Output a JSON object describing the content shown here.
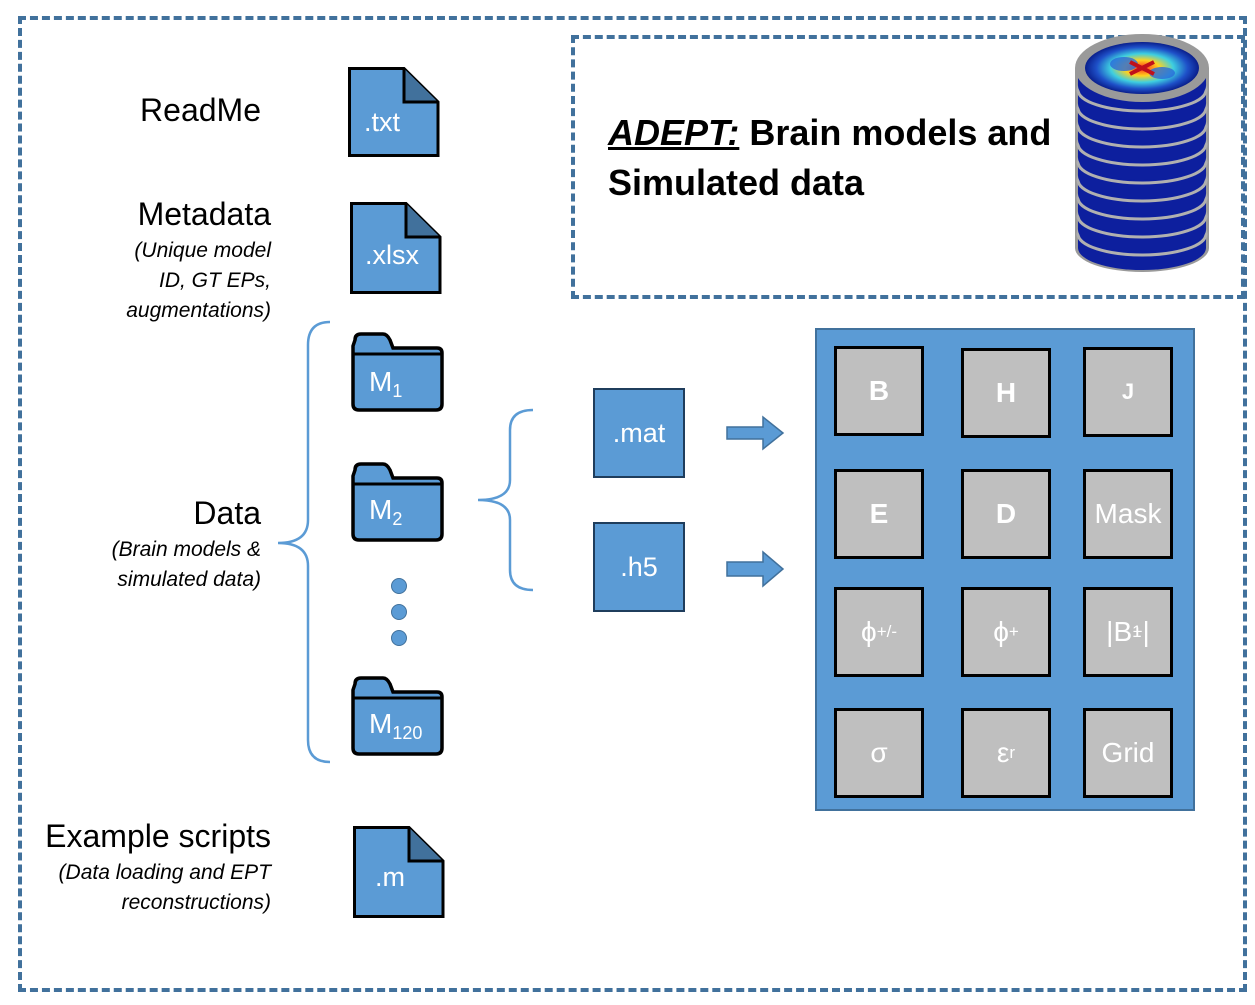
{
  "title": {
    "adept": "ADEPT:",
    "line1_rest": " Brain models and",
    "line2": "Simulated data"
  },
  "sections": {
    "readme": {
      "label": "ReadMe",
      "ext": ".txt"
    },
    "metadata": {
      "label": "Metadata",
      "sub1": "(Unique model",
      "sub2": "ID, GT EPs,",
      "sub3": "augmentations)",
      "ext": ".xlsx"
    },
    "data": {
      "label": "Data",
      "sub1": "(Brain models &",
      "sub2": "simulated data)"
    },
    "scripts": {
      "label": "Example scripts",
      "sub1": "(Data loading and EPT",
      "sub2": "reconstructions)",
      "ext": ".m"
    }
  },
  "folders": [
    {
      "base": "M",
      "sub": "1"
    },
    {
      "base": "M",
      "sub": "2"
    },
    {
      "base": "M",
      "sub": "120"
    }
  ],
  "formats": [
    ".mat",
    ".h5"
  ],
  "fields": [
    {
      "base": "B"
    },
    {
      "base": "H"
    },
    {
      "base": "J"
    },
    {
      "base": "E"
    },
    {
      "base": "D"
    },
    {
      "base": "Mask"
    },
    {
      "base": "ϕ",
      "sup": "+/-"
    },
    {
      "base": "ϕ",
      "sup": "+"
    },
    {
      "base": "|B",
      "sub": "1",
      "sup": "+",
      "tail": "|"
    },
    {
      "base": "σ"
    },
    {
      "base": "ε",
      "sub": "r"
    },
    {
      "base": "Grid"
    }
  ],
  "colors": {
    "file_fill": "#5b9bd5",
    "border": "#41719c",
    "cell_fill": "#bfbfbf",
    "brace": "#5b9bd5"
  },
  "icons": {
    "database": "brain-map-stack-icon",
    "file": "document-icon",
    "folder": "folder-icon",
    "arrow": "right-arrow-icon"
  }
}
